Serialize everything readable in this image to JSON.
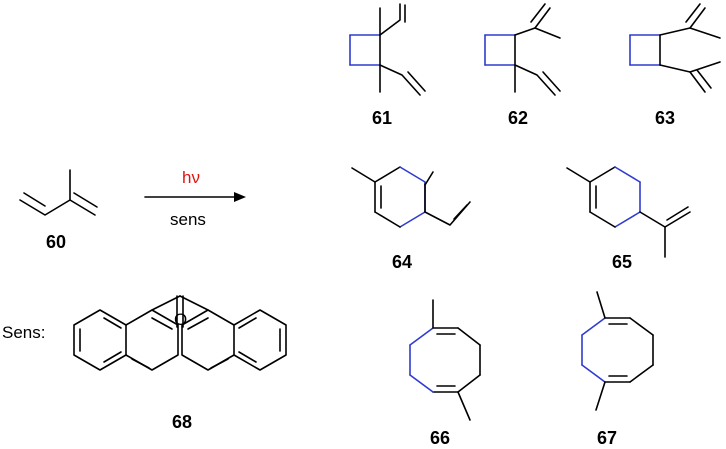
{
  "reaction": {
    "condition_above": "hν",
    "condition_below": "sens",
    "condition_above_color": "#e0140f"
  },
  "compounds": {
    "c60": "60",
    "c61": "61",
    "c62": "62",
    "c63": "63",
    "c64": "64",
    "c65": "65",
    "c66": "66",
    "c67": "67",
    "c68": "68"
  },
  "sensitizer": {
    "label": "Sens:",
    "oxygen": "O"
  },
  "colors": {
    "new_bond": "#2f3ccf",
    "bond": "#000000"
  }
}
